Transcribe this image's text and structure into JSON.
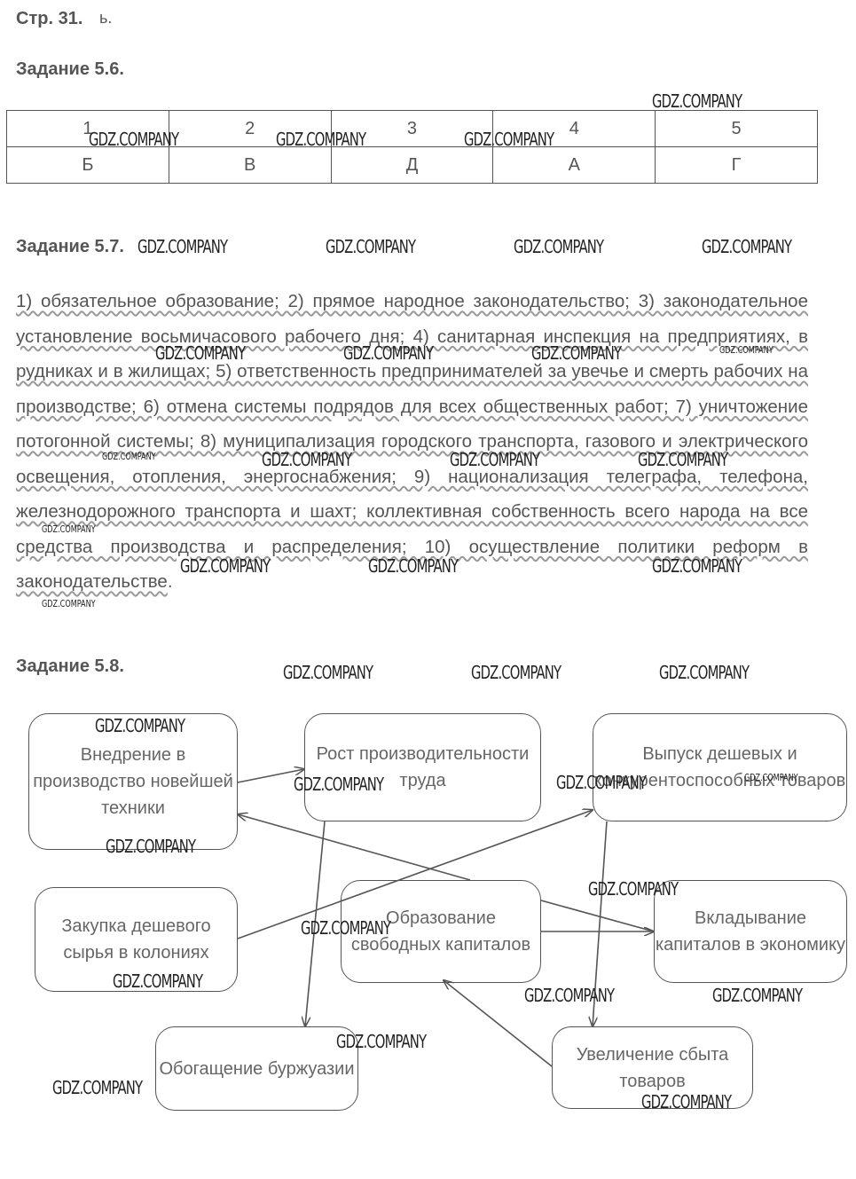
{
  "page_header": "Стр. 31.",
  "task_56": {
    "heading": "Задание 5.6.",
    "numbers": [
      "1",
      "2",
      "3",
      "4",
      "5"
    ],
    "letters": [
      "Б",
      "В",
      "Д",
      "А",
      "Г"
    ]
  },
  "task_57": {
    "heading": "Задание 5.7.",
    "text": "1) обязательное образование; 2) прямое народное законодательство; 3) законодательное установление восьмичасового рабочего дня; 4) санитарная инспекция на предприятиях, в рудниках и в жилищах; 5) ответственность предпринимателей за увечье и смерть рабочих на производстве; 6) отмена системы подрядов для всех общественных работ; 7) уничтожение потогонной системы; 8) муниципализация городского транспорта, газового и электрического освещения, отопления, энергоснабжения; 9) национализация телеграфа, телефона, железнодорожного транспорта и шахт; коллективная собственность всего народа на все средства производства и распределения; 10) осуществление политики реформ в законодательстве",
    "end": "."
  },
  "task_58": {
    "heading": "Задание 5.8.",
    "boxes": {
      "tech": "Внедрение в производство новейшей техники",
      "productivity": "Рост производительности труда",
      "cheap_goods": "Выпуск дешевых и конкурентоспособных товаров",
      "raw": "Закупка дешевого сырья в колониях",
      "capital": "Образование свободных капиталов",
      "invest": "Вкладывание капиталов в экономику",
      "bourgeoisie": "Обогащение буржуазии",
      "sales": "Увеличение сбыта товаров"
    }
  },
  "watermark": "GDZ.COMPANY"
}
